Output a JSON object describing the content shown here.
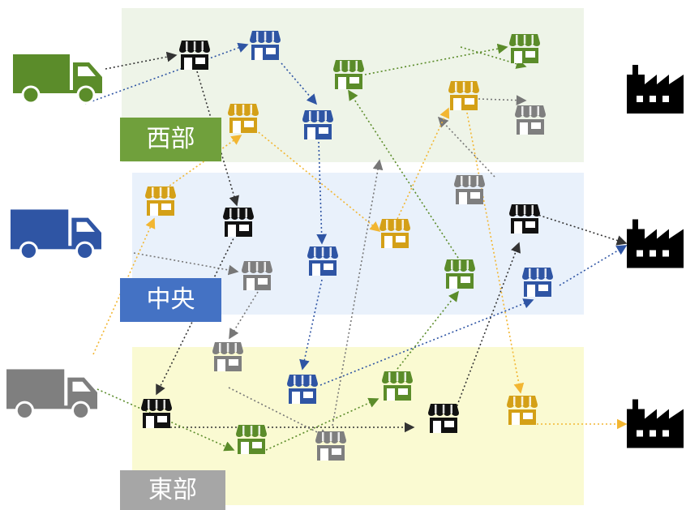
{
  "regions": {
    "west": {
      "label": "西部"
    },
    "center": {
      "label": "中央"
    },
    "east": {
      "label": "東部"
    }
  },
  "colors": {
    "green": "#5b8c2a",
    "blue": "#2f55a4",
    "gray": "#7f7f7f",
    "black": "#111111",
    "yellow": "#d4a017",
    "west_bg": "#eef4e8",
    "center_bg": "#e9f1fb",
    "east_bg": "#fafad2"
  },
  "icons": {
    "trucks": [
      {
        "name": "green-truck-icon",
        "color": "green"
      },
      {
        "name": "blue-truck-icon",
        "color": "blue"
      },
      {
        "name": "gray-truck-icon",
        "color": "gray"
      }
    ],
    "factories": [
      "factory-icon",
      "factory-icon",
      "factory-icon"
    ],
    "store": "store-icon"
  }
}
